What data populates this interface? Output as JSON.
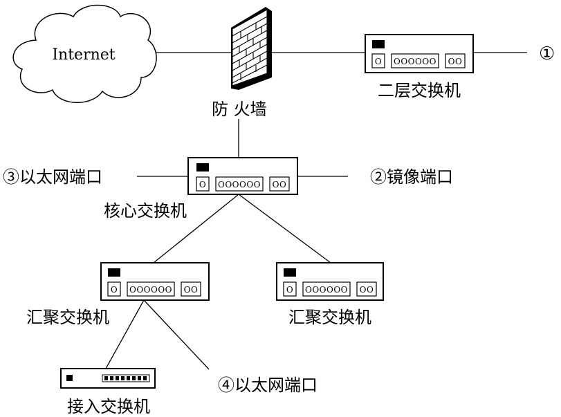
{
  "internet": {
    "label": "Internet"
  },
  "firewall": {
    "label": "防 火墙"
  },
  "switches": {
    "layer2": {
      "label": "二层交换机",
      "port_single": "O",
      "port_group": "OOOOOO",
      "port_pair": "OO"
    },
    "core": {
      "label": "核心交换机",
      "port_single": "O",
      "port_group": "OOOOOO",
      "port_pair": "OO"
    },
    "agg_left": {
      "label": "汇聚交换机",
      "port_single": "O",
      "port_group": "OOOOOO",
      "port_pair": "OO"
    },
    "agg_right": {
      "label": "汇聚交换机",
      "port_single": "O",
      "port_group": "OOOOOO",
      "port_pair": "OO"
    },
    "access": {
      "label": "接入交换机"
    }
  },
  "ports": {
    "p1": "①",
    "p2": "②镜像端口",
    "p3": "③以太网端口",
    "p4": "④以太网端口"
  }
}
